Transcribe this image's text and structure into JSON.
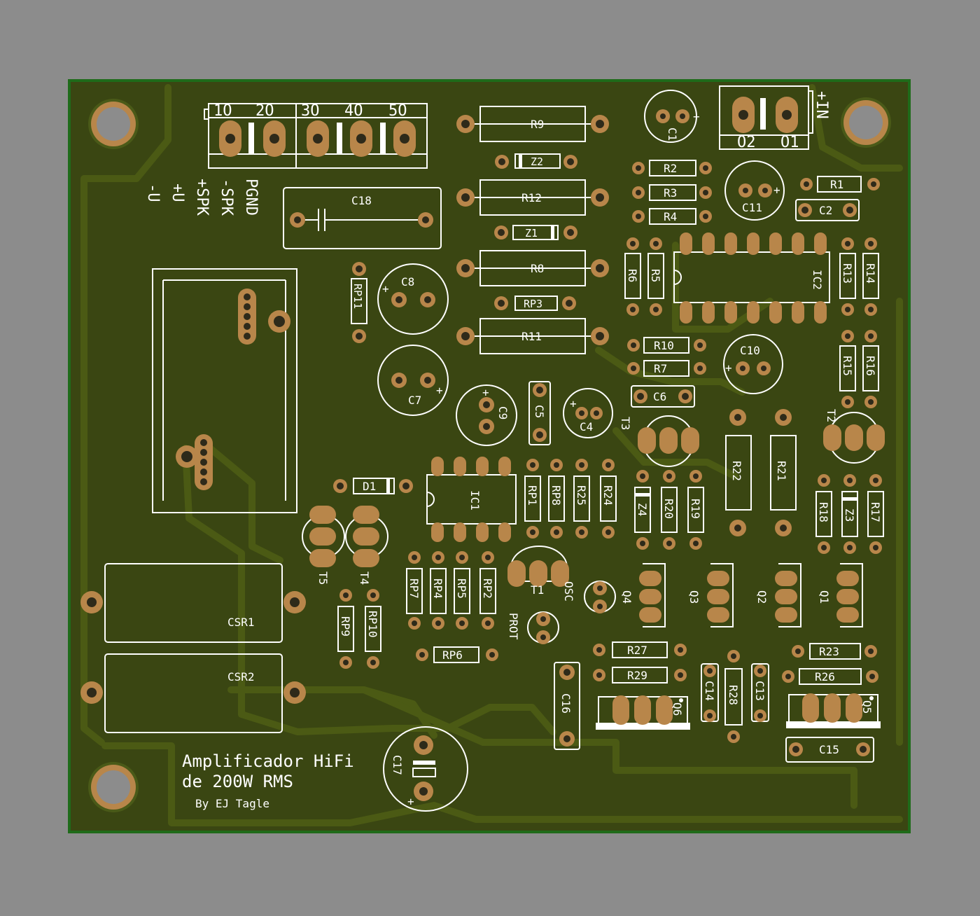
{
  "board": {
    "colors": {
      "background": "#8c8c8c",
      "board": "#3a4612",
      "board_edge": "#1f6b1a",
      "pad": "#b8864a",
      "silk": "#ffffff"
    },
    "title_line1": "Amplificador HiFi",
    "title_line2": "de 200W RMS",
    "author": "By EJ Tagle"
  },
  "connectors": {
    "output_pins": [
      "1O",
      "2O",
      "3O",
      "4O",
      "5O"
    ],
    "output_labels": [
      "PGND",
      "-SPK",
      "+SPK",
      "+U",
      "-U"
    ],
    "input_pins": [
      "O2",
      "O1"
    ],
    "input_label": "+IN"
  },
  "components": {
    "R1": "R1",
    "R2": "R2",
    "R3": "R3",
    "R4": "R4",
    "R5": "R5",
    "R6": "R6",
    "R7": "R7",
    "R8": "R8",
    "R9": "R9",
    "R10": "R10",
    "R11": "R11",
    "R12": "R12",
    "R13": "R13",
    "R14": "R14",
    "R15": "R15",
    "R16": "R16",
    "R17": "R17",
    "R18": "R18",
    "R19": "R19",
    "R20": "R20",
    "R21": "R21",
    "R22": "R22",
    "R23": "R23",
    "R24": "R24",
    "R25": "R25",
    "R26": "R26",
    "R27": "R27",
    "R28": "R28",
    "R29": "R29",
    "RP1": "RP1",
    "RP2": "RP2",
    "RP3": "RP3",
    "RP4": "RP4",
    "RP5": "RP5",
    "RP6": "RP6",
    "RP7": "RP7",
    "RP8": "RP8",
    "RP9": "RP9",
    "RP10": "RP10",
    "RP11": "RP11",
    "C1": "C1",
    "C2": "C2",
    "C4": "C4",
    "C5": "C5",
    "C6": "C6",
    "C7": "C7",
    "C8": "C8",
    "C9": "C9",
    "C10": "C10",
    "C11": "C11",
    "C13": "C13",
    "C14": "C14",
    "C15": "C15",
    "C16": "C16",
    "C17": "C17",
    "C18": "C18",
    "Z1": "Z1",
    "Z2": "Z2",
    "Z3": "Z3",
    "Z4": "Z4",
    "D1": "D1",
    "IC1": "IC1",
    "IC2": "IC2",
    "T1": "T1",
    "T2": "T2",
    "T3": "T3",
    "T4": "T4",
    "T5": "T5",
    "Q1": "Q1",
    "Q2": "Q2",
    "Q3": "Q3",
    "Q4": "Q4",
    "Q5": "Q5",
    "Q6": "Q6",
    "CSR1": "CSR1",
    "CSR2": "CSR2",
    "OSC": "OSC",
    "PROT": "PROT",
    "plus": "+"
  }
}
